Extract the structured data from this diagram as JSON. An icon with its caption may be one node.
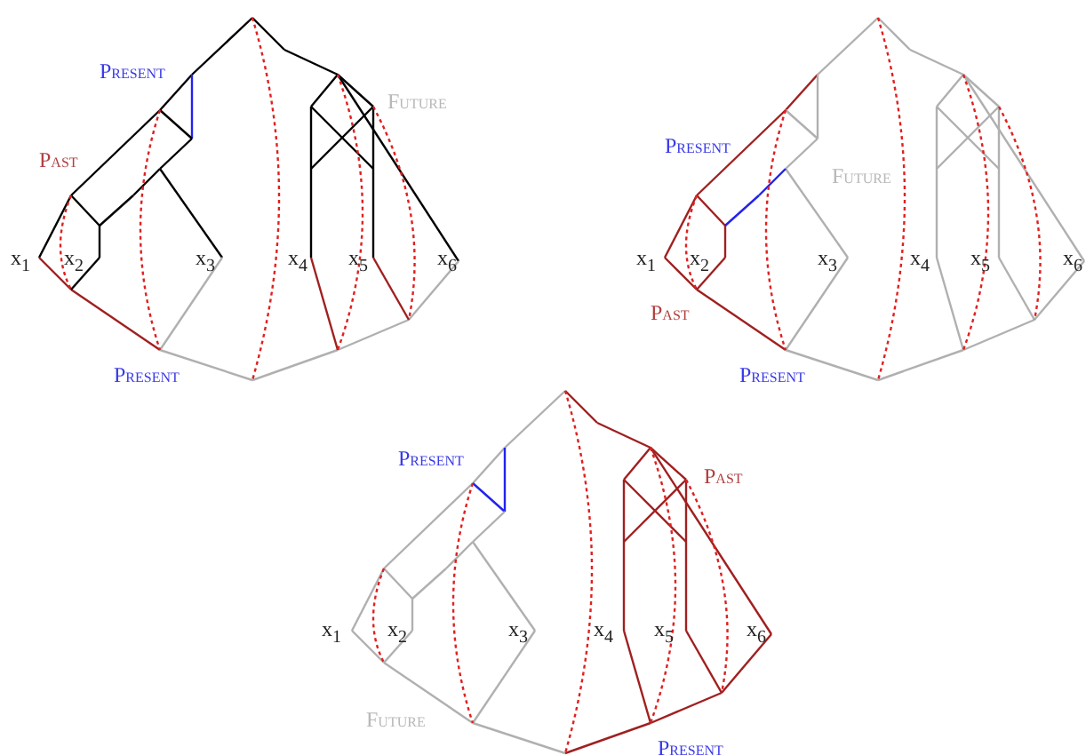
{
  "diagram": {
    "labels": [
      "Present",
      "Future",
      "Past",
      "x$_{1}$",
      "x$_{2}$",
      "x$_{3}$",
      "x$_{4}$",
      "x$_{5}$",
      "x$_{6}$",
      "Present",
      "Present",
      "Future",
      "x$_{1}$",
      "x$_{2}$",
      "x$_{3}$",
      "x$_{4}$",
      "x$_{5}$",
      "x$_{6}$",
      "Past",
      "Present",
      "Present",
      "Past",
      "x$_{1}$",
      "x$_{2}$",
      "x$_{3}$",
      "x$_{4}$",
      "x$_{5}$",
      "x$_{6}$",
      "Future",
      "Present"
    ]
  }
}
